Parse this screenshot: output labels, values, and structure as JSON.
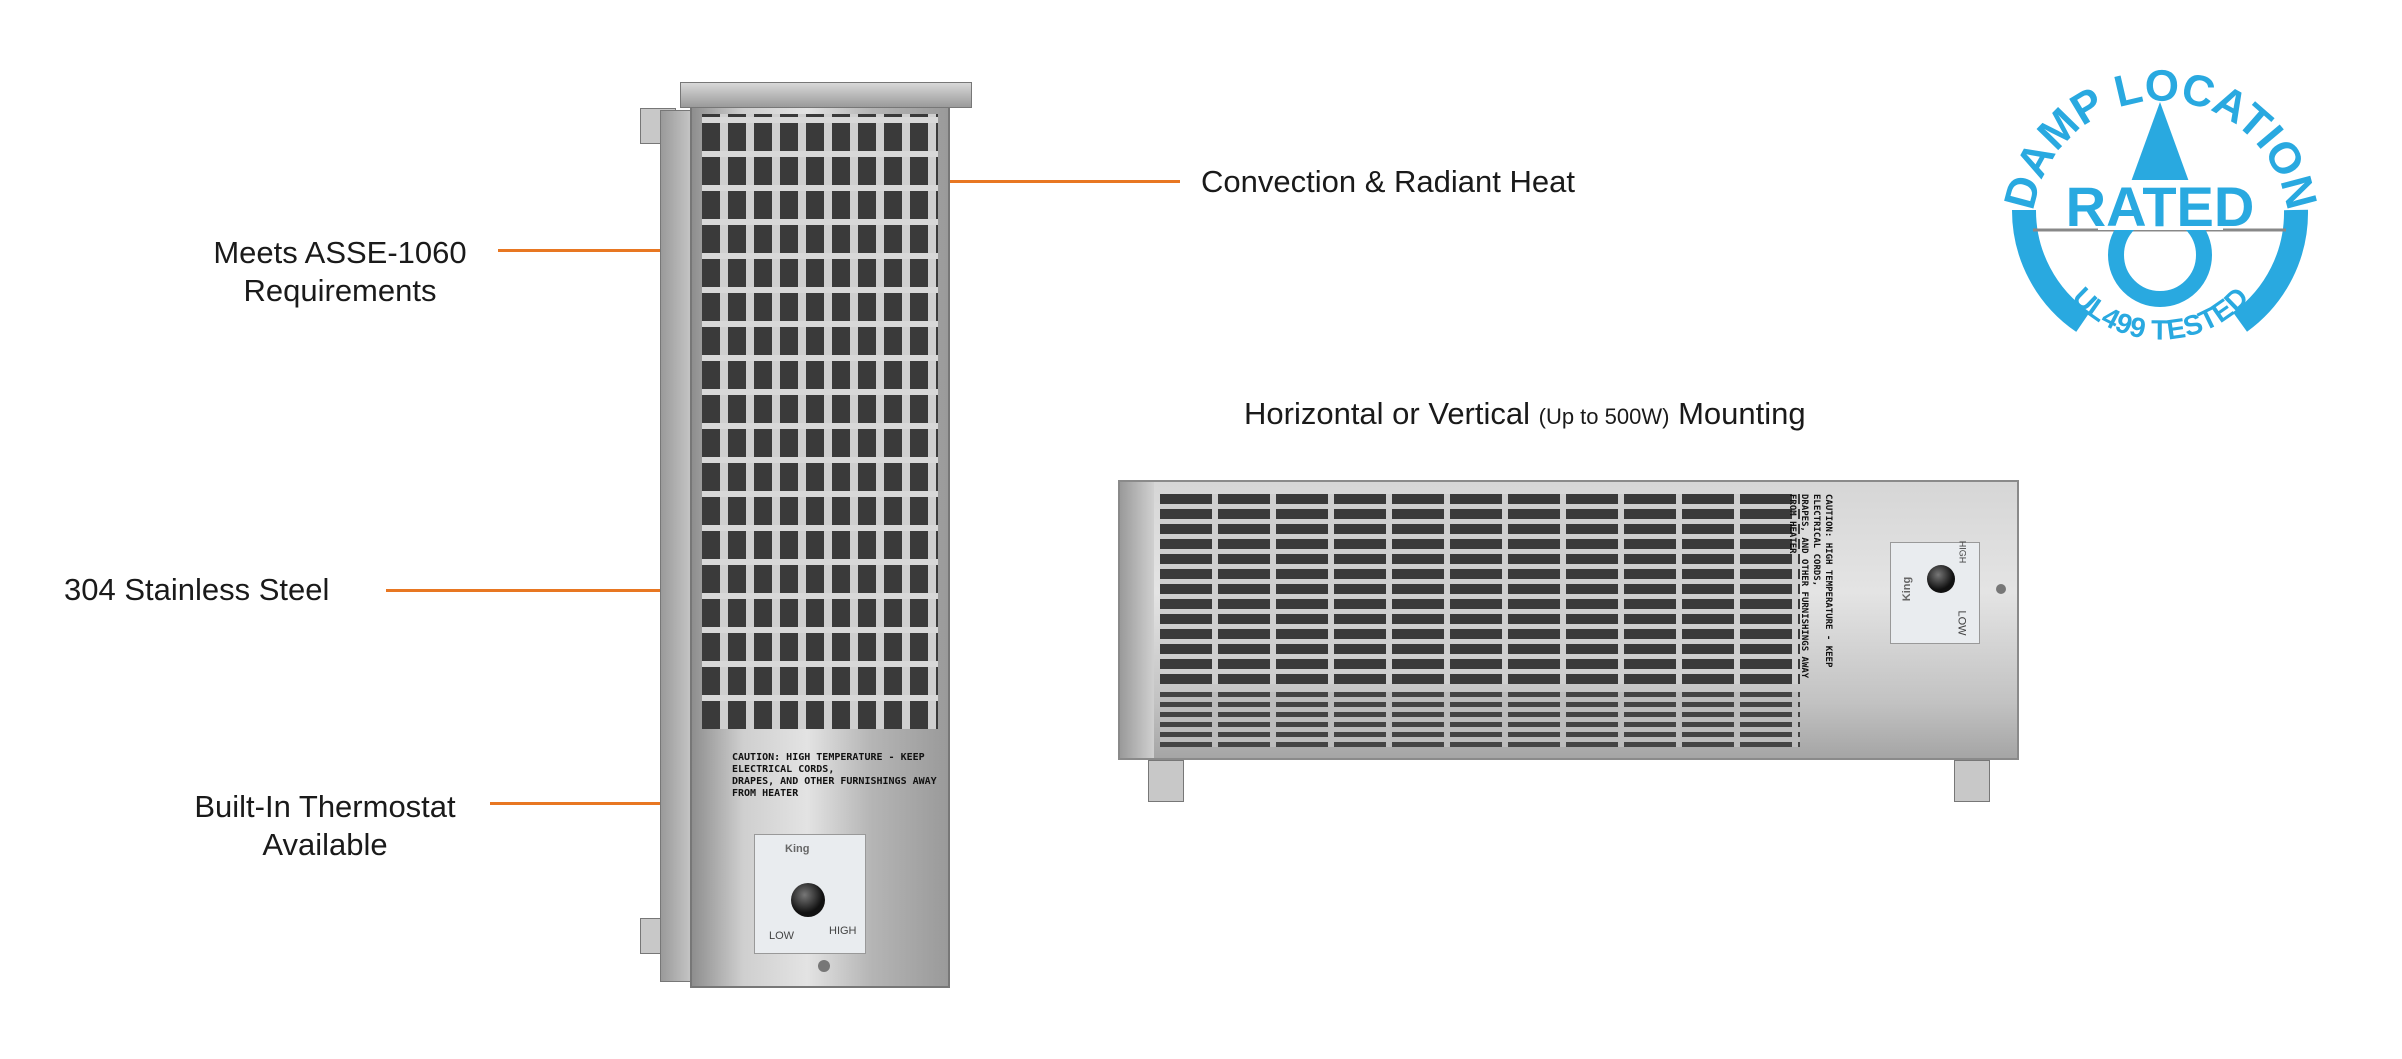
{
  "callouts": {
    "asse": {
      "line1": "Meets ASSE-1060",
      "line2": "Requirements"
    },
    "convection": "Convection & Radiant Heat",
    "steel": "304 Stainless Steel",
    "thermostat": {
      "line1": "Built-In Thermostat",
      "line2": "Available"
    },
    "mounting": {
      "prefix": "Horizontal or Vertical ",
      "note": "(Up to 500W)",
      "suffix": " Mounting"
    }
  },
  "heater": {
    "caution_line1": "CAUTION: HIGH TEMPERATURE - KEEP ELECTRICAL CORDS,",
    "caution_line2": "DRAPES, AND OTHER FURNISHINGS AWAY FROM HEATER",
    "brand": "King",
    "dial_low": "LOW",
    "dial_high": "HIGH"
  },
  "badge": {
    "top": "DAMP LOCATION",
    "center": "RATED",
    "bottom": "UL499 TESTED",
    "color": "#29a9e0"
  },
  "colors": {
    "accent": "#e87722"
  }
}
